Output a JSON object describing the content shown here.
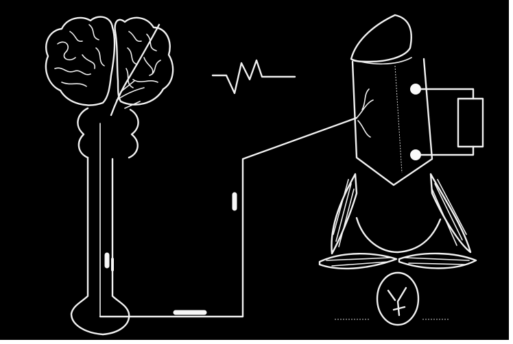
{
  "figure": {
    "background_color": "#000000",
    "line_color": "#f2f2f2",
    "elements": [
      "brain",
      "spinal-cord",
      "nerve-pathway",
      "nerve-impulse-marks",
      "signal-waveform",
      "penis",
      "electrodes",
      "recording-device",
      "muscles",
      "testes"
    ]
  }
}
